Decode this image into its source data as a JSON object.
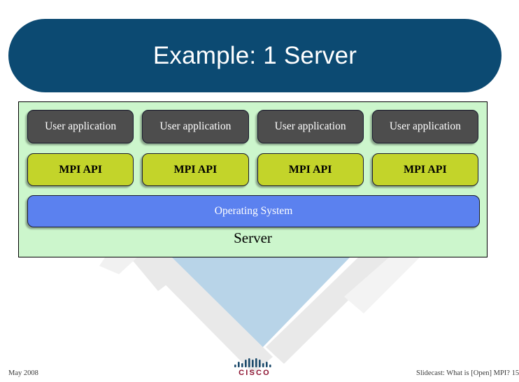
{
  "slide": {
    "title": "Example: 1 Server",
    "title_bar_color": "#0c4a72",
    "background_color": "#ffffff"
  },
  "diagram": {
    "container_label": "Server",
    "container_color": "#ccf6cc",
    "columns": [
      {
        "application": "User application",
        "api": "MPI API"
      },
      {
        "application": "User application",
        "api": "MPI API"
      },
      {
        "application": "User application",
        "api": "MPI API"
      },
      {
        "application": "User application",
        "api": "MPI API"
      }
    ],
    "os_bar": {
      "label": "Operating System",
      "color": "#5b81ef"
    },
    "colors": {
      "application_box": "#4d4d4d",
      "api_box": "#c3d42a",
      "outline": "#1a1a2e"
    }
  },
  "footer": {
    "date": "May 2008",
    "right_text": "Slidecast: What is [Open] MPI? 15",
    "logo": {
      "wordmark": "CISCO",
      "bars_color": "#1b4a6b",
      "wordmark_color": "#8c1230"
    }
  },
  "watermark": {
    "stripe_color": "#e9e9e9",
    "triangle_color": "#b8d4e8"
  }
}
